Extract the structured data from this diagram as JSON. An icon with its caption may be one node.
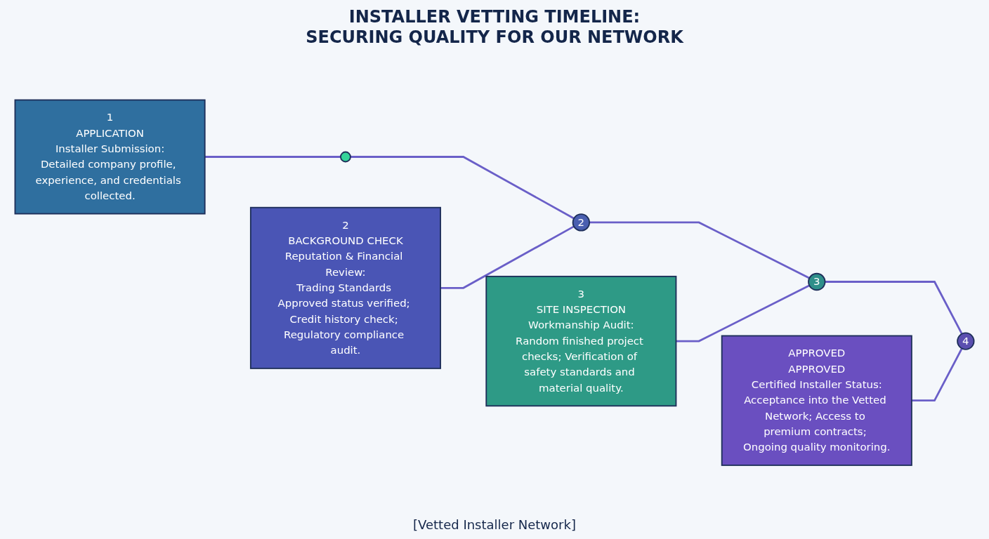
{
  "diagram": {
    "title": "INSTALLER VETTING TIMELINE: SECURING QUALITY FOR OUR NETWORK",
    "caption": "[Vetted Installer Network]",
    "nodes": [
      {
        "text": [
          "1",
          "APPLICATION",
          "Installer Submission:",
          "Detailed company profile, experience, and credentials collected."
        ]
      },
      {
        "text": [],
        "shape": "circle"
      },
      {
        "text": [
          "2"
        ]
      },
      {
        "text": [
          "3"
        ]
      },
      {
        "text": [
          "4"
        ]
      },
      {
        "text": [
          "2",
          "BACKGROUND CHECK",
          "Reputation & Financial Review:",
          "Trading Standards Approved status verified; Credit history check; Regulatory compliance audit."
        ]
      },
      {
        "text": [
          "3",
          "SITE INSPECTION",
          "Workmanship Audit:",
          "Random finished project checks; Verification of safety standards and material quality."
        ]
      },
      {
        "text": [
          "APPROVED",
          "APPROVED",
          "Certified Installer Status:",
          "Acceptance into the Vetted Network; Access to premium contracts; Ongoing quality monitoring."
        ]
      }
    ],
    "edges": [
      {
        "from": 1,
        "to": 2,
        "arrow": "none"
      },
      {
        "from": 2,
        "to": 3,
        "arrow": "none"
      },
      {
        "from": 3,
        "to": 4,
        "arrow": "none"
      },
      {
        "from": 0,
        "to": 1,
        "arrow": "none"
      },
      {
        "from": 5,
        "to": 2,
        "arrow": "none"
      },
      {
        "from": 6,
        "to": 3,
        "arrow": "none"
      },
      {
        "from": 7,
        "to": 4,
        "arrow": "none"
      }
    ]
  }
}
